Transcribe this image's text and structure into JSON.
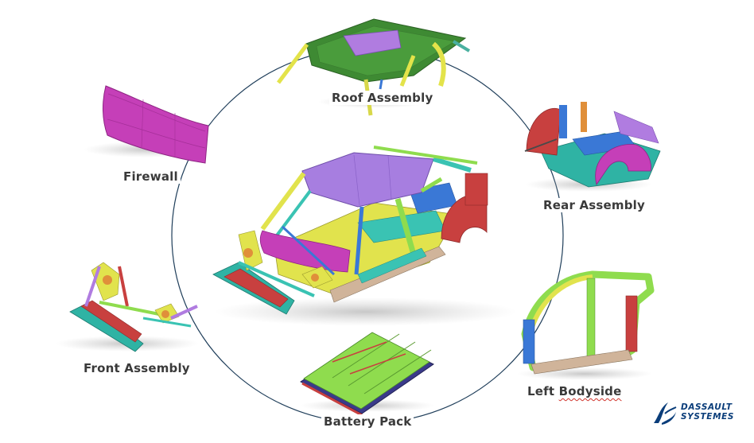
{
  "components": {
    "roof": "Roof Assembly",
    "firewall": "Firewall",
    "rear": "Rear Assembly",
    "front": "Front Assembly",
    "left_bodyside_prefix": "Left ",
    "left_bodyside_word": "Bodyside",
    "battery": "Battery Pack"
  },
  "logo": {
    "line1": "DASSAULT",
    "line2": "SYSTEMES"
  },
  "colors": {
    "circle": "#1f3e5a",
    "purple": "#a77ee0",
    "magenta": "#c53fb8",
    "yellow": "#e1e34d",
    "green": "#3e9a36",
    "light_green": "#8fdc4e",
    "teal": "#3ac3b3",
    "blue": "#3a78d6",
    "red": "#c8403f",
    "orange": "#e08f3a",
    "brand_blue": "#0a3d7a"
  }
}
